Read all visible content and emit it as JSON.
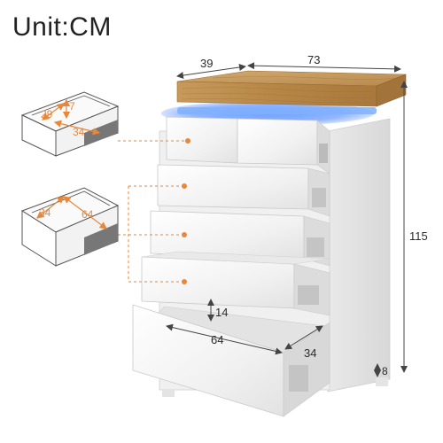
{
  "title": "Unit:CM",
  "dimensions": {
    "top_depth": "39",
    "top_width": "73",
    "height": "115",
    "leg_height": "8",
    "drawer_inner_height": "14",
    "drawer_inner_width": "64",
    "drawer_inner_depth": "34"
  },
  "small_drawer_detail": {
    "width": "29",
    "height": "7",
    "depth": "34"
  },
  "large_drawer_detail": {
    "width": "34",
    "depth": "64"
  },
  "colors": {
    "wood_top": "#b78a4e",
    "body_white": "#f4f4f4",
    "led_blue": "#3b7bff",
    "callout_orange": "#e8873a",
    "dimension_line": "#444444"
  },
  "icons": [
    "led-light-strip",
    "drawer-detail-diagram"
  ]
}
